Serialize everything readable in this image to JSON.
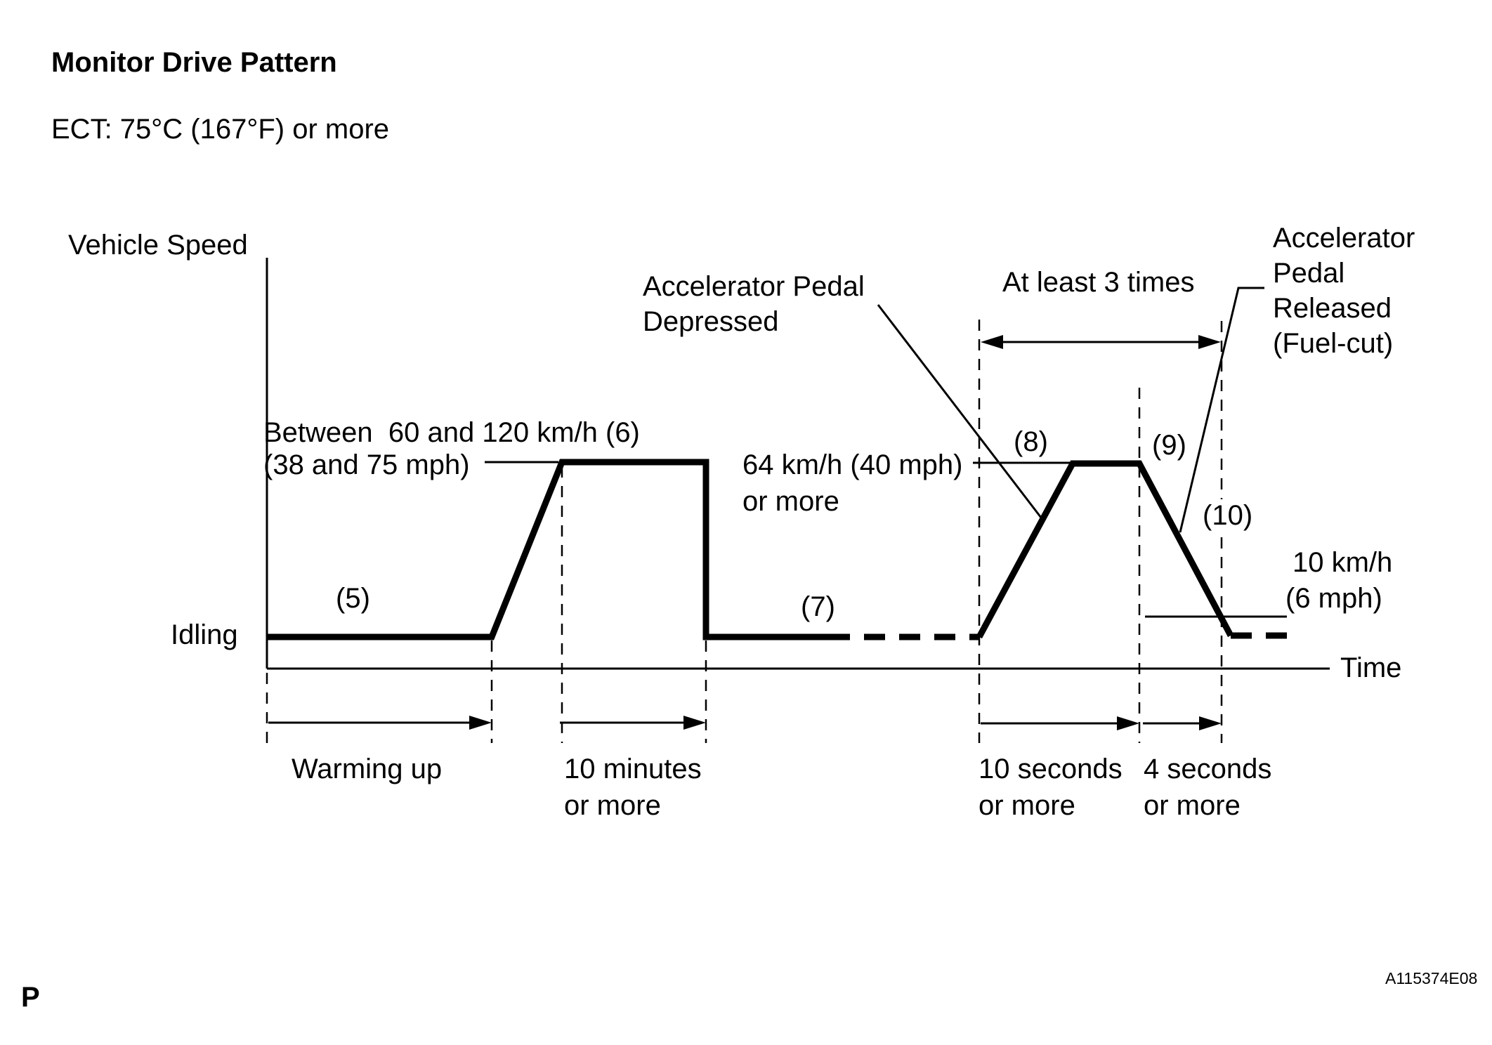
{
  "page": {
    "background": "#ffffff",
    "line_color": "#000000"
  },
  "header": {
    "title": "Monitor Drive Pattern",
    "condition": "ECT: 75°C (167°F) or more"
  },
  "axes": {
    "y_label": "Vehicle Speed",
    "x_label": "Time",
    "idle_label": "Idling"
  },
  "annotations": {
    "between_line1": "Between  60 and 120 km/h (6)",
    "between_line2": "(38 and 75 mph)",
    "speed64_line1": "64 km/h (40 mph)",
    "speed64_line2": "or more",
    "speed10_line1": "10 km/h",
    "speed10_line2": "(6 mph)",
    "accel_depressed_line1": "Accelerator Pedal",
    "accel_depressed_line2": "Depressed",
    "at_least": "At least 3 times",
    "released_line1": "Accelerator",
    "released_line2": "Pedal",
    "released_line3": "Released",
    "released_line4": "(Fuel-cut)"
  },
  "step_labels": {
    "s5": "(5)",
    "s7": "(7)",
    "s8": "(8)",
    "s9": "(9)",
    "s10": "(10)"
  },
  "durations": {
    "warming": "Warming up",
    "min10_line1": "10 minutes",
    "min10_line2": "or more",
    "sec10_line1": "10 seconds",
    "sec10_line2": "or more",
    "sec4_line1": "4 seconds",
    "sec4_line2": "or more"
  },
  "footer": {
    "page_marker": "P",
    "figure_code": "A115374E08"
  }
}
